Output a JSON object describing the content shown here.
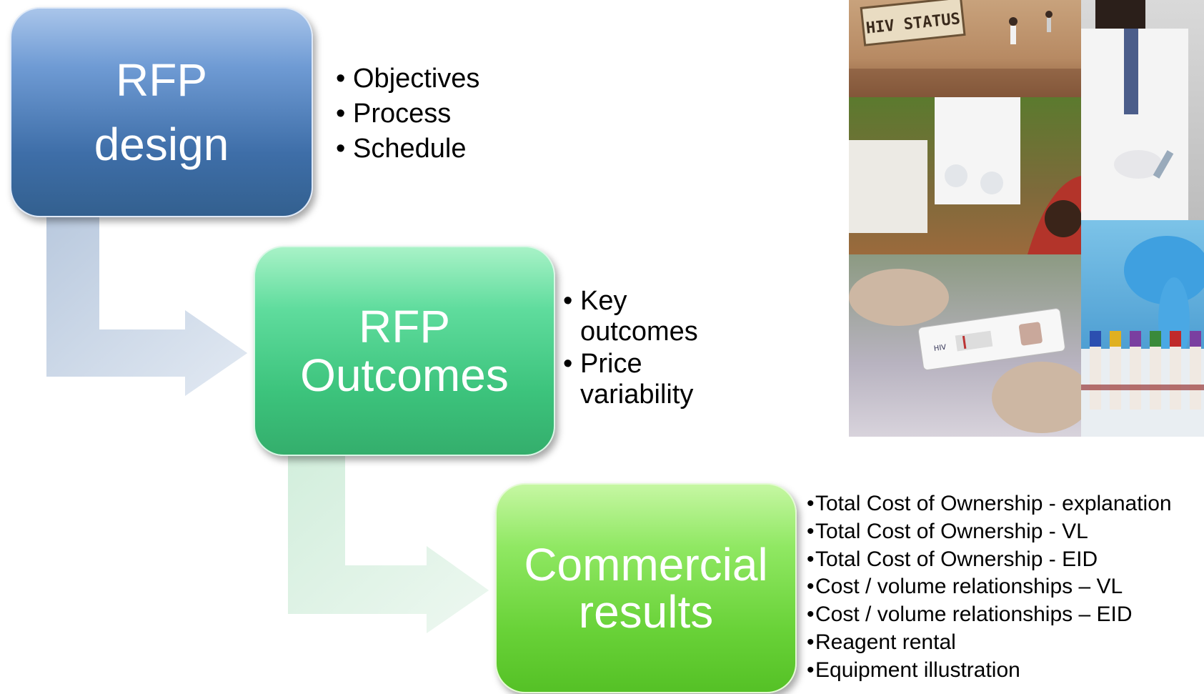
{
  "diagram": {
    "steps": [
      {
        "lines": [
          "RFP",
          "design"
        ],
        "color": "#3e6ea8",
        "bullets": [
          "Objectives",
          "Process",
          "Schedule"
        ]
      },
      {
        "lines": [
          "RFP",
          "Outcomes"
        ],
        "color": "#3cc37c",
        "bullets": [
          "Key outcomes",
          "Price variability"
        ]
      },
      {
        "lines": [
          "Commercial",
          "results"
        ],
        "color": "#69d238",
        "bullets": [
          "Total Cost of Ownership - explanation",
          "Total Cost of Ownership - VL",
          "Total Cost of Ownership - EID",
          "Cost / volume relationships – VL",
          "Cost / volume relationships – EID",
          "Reagent rental",
          "Equipment illustration"
        ]
      }
    ]
  },
  "photos": {
    "sign_text": "HIV STATUS",
    "test_strip_text": "HIV"
  }
}
